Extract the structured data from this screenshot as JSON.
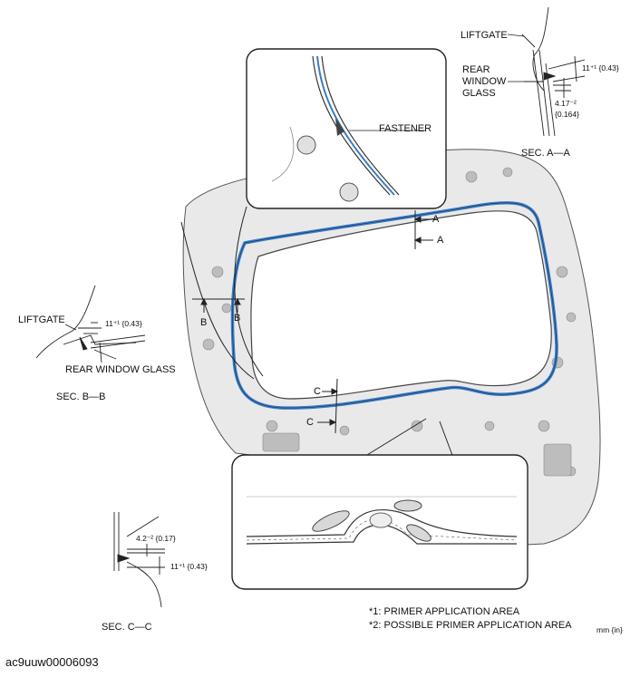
{
  "labels": {
    "liftgate_a": "LIFTGATE",
    "rear_window_glass_a_line1": "REAR",
    "rear_window_glass_a_line2": "WINDOW",
    "rear_window_glass_a_line3": "GLASS",
    "dim_a_1": "11⁺¹ {0.43}",
    "dim_a_2_line1": "4.17⁻²",
    "dim_a_2_line2": "{0.164}",
    "sec_a": "SEC. A—A",
    "fastener": "FASTENER",
    "liftgate_b": "LIFTGATE",
    "dim_b": "11⁺¹ {0.43}",
    "rear_window_glass_b": "REAR WINDOW GLASS",
    "sec_b": "SEC. B—B",
    "dim_c_1": "4.2⁻² {0.17}",
    "dim_c_2": "11⁺¹ {0.43}",
    "sec_c": "SEC. C—C",
    "note_1": "*1: PRIMER APPLICATION AREA",
    "note_2": "*2: POSSIBLE PRIMER APPLICATION AREA",
    "units": "mm {in}",
    "image_code": "ac9uuw00006093",
    "section_marker_a": "A",
    "section_marker_b": "B",
    "section_marker_c": "C"
  },
  "colors": {
    "adhesive_line": "#3a7cc4",
    "liftgate_fill": "#e6e6e6",
    "line": "#222222"
  }
}
